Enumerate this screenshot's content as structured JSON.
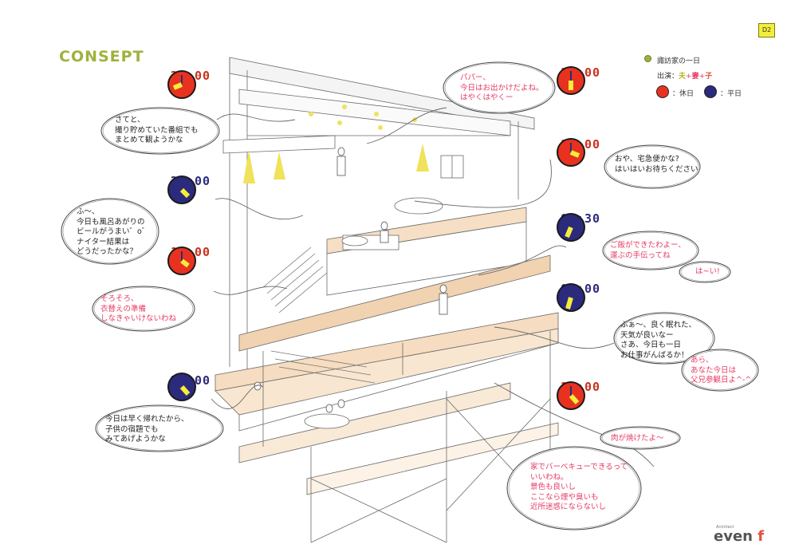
{
  "page_number": "D2",
  "title": "CONSEPT",
  "legend": {
    "title": "諏訪家の一日",
    "cast_label": "出演：",
    "cast_husband": "夫",
    "cast_plus1": "+",
    "cast_wife": "妻",
    "cast_plus2": "+",
    "cast_child": "子",
    "holiday_label": "：休日",
    "weekday_label": "：平日",
    "colors": {
      "holiday": "#e8321f",
      "weekday": "#2c2a7c",
      "husband": "#d8d22a",
      "wife": "#e53c63",
      "child": "#e2513a"
    }
  },
  "schedule": [
    {
      "time": "21:00",
      "day": "holiday",
      "text": "さてと、\n撮り貯めていた番組でも\nまとめて観ようかな",
      "text_color": "dark"
    },
    {
      "time": "22:00",
      "day": "weekday",
      "text": "ふ～、\n今日も風呂あがりの\nビールがうまい゛o゛\nナイター結果は\nどうだったかな？",
      "text_color": "dark"
    },
    {
      "time": "13:00",
      "day": "holiday",
      "text": "そろそろ、\n衣替えの準備\nしなきゃいけないわね",
      "text_color": "pink"
    },
    {
      "time": "20:00",
      "day": "weekday",
      "text": "今日は早く帰れたから、\n子供の宿題でも\nみてあげようかな",
      "text_color": "dark"
    },
    {
      "time": "10:00",
      "day": "holiday",
      "text": "パパー、\n今日はお出かけだよね。\nはやくはやくー",
      "text_color": "pink"
    },
    {
      "time": "14:00",
      "day": "holiday",
      "text": "おや、宅急便かな?\nはいはいお待ちください",
      "text_color": "dark"
    },
    {
      "time": "07:30",
      "day": "weekday",
      "text": "ご飯ができたわよー、\n運ぶの手伝ってね",
      "text_color": "pink",
      "reply": "は~い!"
    },
    {
      "time": "07:00",
      "day": "weekday",
      "text": "ふぁ～、良く眠れた、\n天気が良いなー\nさあ、今日も一日\nお仕事がんばるか！",
      "text_color": "dark",
      "reply": "あら、\nあなた今日は\n父兄参観日よ^-^"
    },
    {
      "time": "11:00",
      "day": "holiday",
      "text": "肉が焼けたよ～",
      "text_color": "pink",
      "reply": "家でバーベキューできるって\nいいわね。\n景色も良いし\nここなら煙や臭いも\n近所迷惑にならないし"
    }
  ],
  "logo": {
    "small": "Architect",
    "main": "even",
    "suffix": "f"
  }
}
